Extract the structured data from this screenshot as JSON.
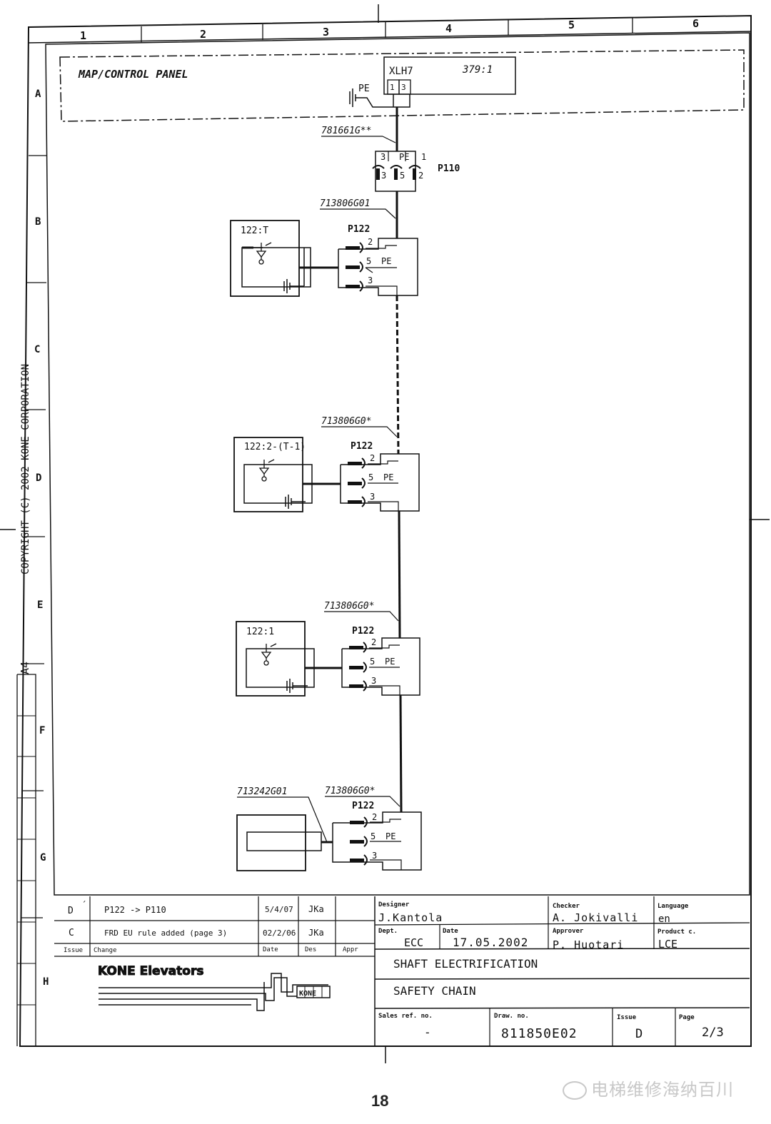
{
  "frame": {
    "columns": [
      "1",
      "2",
      "3",
      "4",
      "5",
      "6"
    ],
    "rows": [
      "A",
      "B",
      "C",
      "D",
      "E",
      "F",
      "G",
      "H"
    ],
    "copyright": "COPYRIGHT (C) 2002 KONE CORPORATION",
    "paper_size": "A4"
  },
  "panel": {
    "title": "MAP/CONTROL PANEL",
    "connector": "XLH7",
    "connector_ref": "379:1",
    "pins": [
      "1",
      "3"
    ],
    "pe_label": "PE"
  },
  "cable_top": "781661G**",
  "p110": {
    "label": "P110",
    "top_pins": [
      "3",
      "PE",
      "1"
    ],
    "bottom_pins": [
      "3",
      "5",
      "2"
    ]
  },
  "stations": [
    {
      "cable": "713806G01",
      "connector": "P122",
      "device": "122:T",
      "pins": [
        "2",
        "5",
        "3"
      ],
      "pe": "PE"
    },
    {
      "cable": "713806G0*",
      "connector": "P122",
      "device": "122:2-(T-1)",
      "pins": [
        "2",
        "5",
        "3"
      ],
      "pe": "PE"
    },
    {
      "cable": "713806G0*",
      "connector": "P122",
      "device": "122:1",
      "pins": [
        "2",
        "5",
        "3"
      ],
      "pe": "PE"
    },
    {
      "cable": "713806G0*",
      "connector": "P122",
      "device": "",
      "device_cable": "713242G01",
      "pins": [
        "2",
        "5",
        "3"
      ],
      "pe": "PE"
    }
  ],
  "revisions": {
    "rows": [
      {
        "issue": "D",
        "mark": "´",
        "change": "P122 -> P110",
        "date": "5/4/07",
        "des": "JKa",
        "appr": ""
      },
      {
        "issue": "C",
        "mark": "",
        "change": "FRD EU rule added (page 3)",
        "date": "02/2/06",
        "des": "JKa",
        "appr": ""
      }
    ],
    "headers": {
      "issue": "Issue",
      "change": "Change",
      "date": "Date",
      "des": "Des",
      "appr": "Appr"
    }
  },
  "title_block": {
    "designer_label": "Designer",
    "designer": "J.Kantola",
    "checker_label": "Checker",
    "checker": "A. Jokivalli",
    "language_label": "Language",
    "language": "en",
    "dept_label": "Dept.",
    "dept": "ECC",
    "date_label": "Date",
    "date": "17.05.2002",
    "approver_label": "Approver",
    "approver": "P. Huotari",
    "product_label": "Product c.",
    "product": "LCE",
    "title1": "SHAFT ELECTRIFICATION",
    "title2": "SAFETY CHAIN",
    "sales_label": "Sales ref. no.",
    "sales": "-",
    "draw_label": "Draw. no.",
    "draw": "811850E02",
    "issue_label": "Issue",
    "issue": "D",
    "page_label": "Page",
    "page": "2/3",
    "company": "KONE Elevators",
    "logo_text": "KONE"
  },
  "page_number": "18",
  "watermark": "电梯维修海纳百川"
}
